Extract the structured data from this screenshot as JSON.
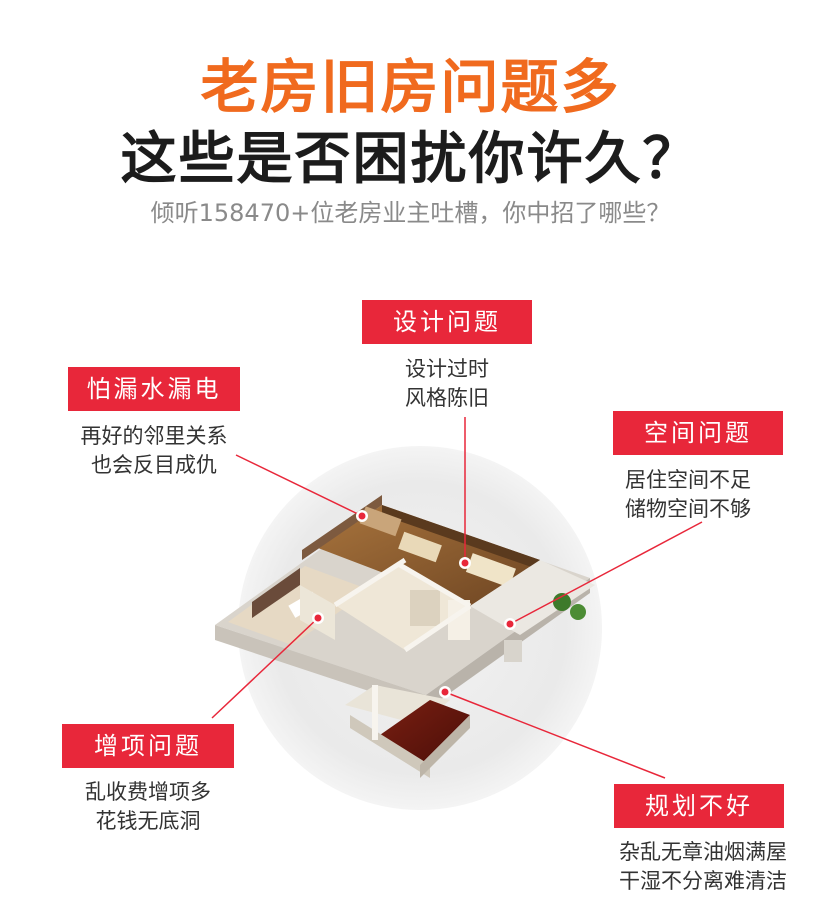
{
  "header": {
    "title_line1": "老房旧房问题多",
    "title_line2": "这些是否困扰你许久？",
    "subtitle": "倾听158470+位老房业主吐槽，你中招了哪些？"
  },
  "colors": {
    "title_accent": "#f06a1e",
    "tag_red": "#e8273a",
    "dark_text": "#1c1c1c",
    "muted_text": "#8a8a8a"
  },
  "problems": [
    {
      "id": "design",
      "label": "设计问题",
      "desc": [
        "设计过时",
        "风格陈旧"
      ]
    },
    {
      "id": "leak",
      "label": "怕漏水漏电",
      "desc": [
        "再好的邻里关系",
        "也会反目成仇"
      ]
    },
    {
      "id": "space",
      "label": "空间问题",
      "desc": [
        "居住空间不足",
        "储物空间不够"
      ]
    },
    {
      "id": "extra",
      "label": "增项问题",
      "desc": [
        "乱收费增项多",
        "花钱无底洞"
      ]
    },
    {
      "id": "planning",
      "label": "规划不好",
      "desc": [
        "杂乱无章油烟满屋",
        "干湿不分离难清洁"
      ]
    }
  ]
}
